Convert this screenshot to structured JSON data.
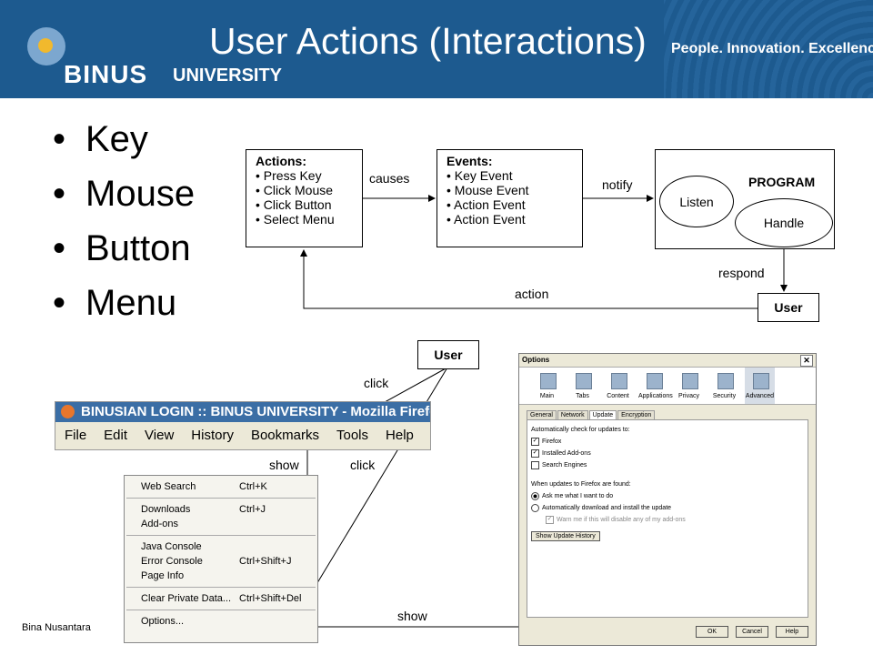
{
  "header": {
    "logo_name": "BINUS",
    "logo_university": "UNIVERSITY",
    "title": "User Actions (Interactions)",
    "tagline": "People. Innovation. Excellence."
  },
  "bullets": [
    "Key",
    "Mouse",
    "Button",
    "Menu"
  ],
  "top_diagram": {
    "actions_box": {
      "heading": "Actions:",
      "items": [
        "• Press Key",
        "• Click Mouse",
        "• Click Button",
        "• Select Menu"
      ]
    },
    "events_box": {
      "heading": "Events:",
      "items": [
        "• Key Event",
        "• Mouse Event",
        "• Action Event",
        "• Action Event"
      ]
    },
    "program_box": {
      "heading": "PROGRAM",
      "listen": "Listen",
      "handle": "Handle"
    },
    "user_label": "User",
    "labels": {
      "causes": "causes",
      "notify": "notify",
      "respond": "respond",
      "action": "action"
    }
  },
  "bottom_diagram": {
    "user_label": "User",
    "labels": {
      "click_top": "click",
      "show_left": "show",
      "click_mid": "click",
      "show_bottom": "show"
    },
    "firefox": {
      "title": "BINUSIAN LOGIN :: BINUS UNIVERSITY - Mozilla Firefox",
      "menu": [
        "File",
        "Edit",
        "View",
        "History",
        "Bookmarks",
        "Tools",
        "Help"
      ]
    },
    "tools_menu": {
      "groups": [
        [
          {
            "label": "Web Search",
            "shortcut": "Ctrl+K"
          }
        ],
        [
          {
            "label": "Downloads",
            "shortcut": "Ctrl+J"
          },
          {
            "label": "Add-ons",
            "shortcut": ""
          }
        ],
        [
          {
            "label": "Java Console",
            "shortcut": ""
          },
          {
            "label": "Error Console",
            "shortcut": "Ctrl+Shift+J"
          },
          {
            "label": "Page Info",
            "shortcut": ""
          }
        ],
        [
          {
            "label": "Clear Private Data...",
            "shortcut": "Ctrl+Shift+Del"
          }
        ],
        [
          {
            "label": "Options...",
            "shortcut": ""
          }
        ]
      ]
    },
    "options_dialog": {
      "title": "Options",
      "close": "✕",
      "toolbar": [
        "Main",
        "Tabs",
        "Content",
        "Applications",
        "Privacy",
        "Security",
        "Advanced"
      ],
      "tabs": [
        "General",
        "Network",
        "Update",
        "Encryption"
      ],
      "check_heading": "Automatically check for updates to:",
      "checks": [
        {
          "label": "Firefox",
          "checked": true
        },
        {
          "label": "Installed Add-ons",
          "checked": true
        },
        {
          "label": "Search Engines",
          "checked": false
        }
      ],
      "found_heading": "When updates to Firefox are found:",
      "radios": [
        {
          "label": "Ask me what I want to do",
          "on": true
        },
        {
          "label": "Automatically download and install the update",
          "on": false
        }
      ],
      "warn": "Warn me if this will disable any of my add-ons",
      "history_button": "Show Update History",
      "buttons": [
        "OK",
        "Cancel",
        "Help"
      ]
    }
  },
  "footer": "Bina Nusantara",
  "colors": {
    "banner": "#1d5a8f",
    "accent": "#f1b92d"
  }
}
